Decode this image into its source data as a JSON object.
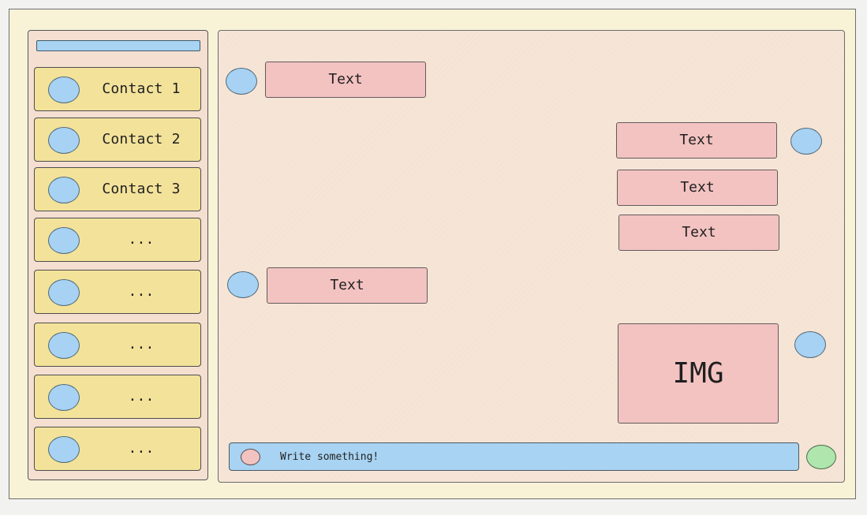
{
  "sidebar": {
    "contacts": [
      {
        "label": "Contact 1"
      },
      {
        "label": "Contact 2"
      },
      {
        "label": "Contact 3"
      },
      {
        "label": "..."
      },
      {
        "label": "..."
      },
      {
        "label": "..."
      },
      {
        "label": "..."
      },
      {
        "label": "..."
      }
    ]
  },
  "chat": {
    "messages": [
      {
        "label": "Text"
      },
      {
        "label": "Text"
      },
      {
        "label": "Text"
      },
      {
        "label": "Text"
      },
      {
        "label": "Text"
      }
    ],
    "image_label": "IMG"
  },
  "composer": {
    "placeholder": "Write something!"
  }
}
